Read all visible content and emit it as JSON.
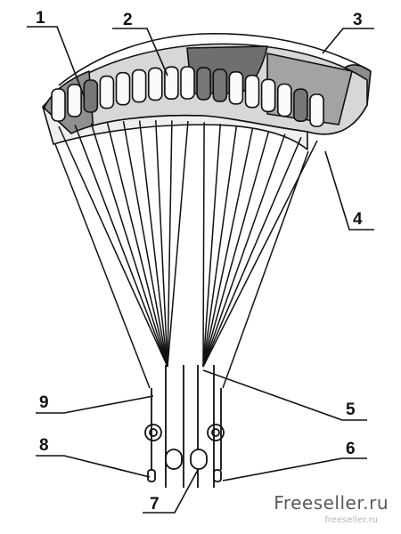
{
  "callouts": {
    "c1": "1",
    "c2": "2",
    "c3": "3",
    "c4": "4",
    "c5": "5",
    "c6": "6",
    "c7": "7",
    "c8": "8",
    "c9": "9"
  },
  "watermark": {
    "main": "Freeseller.ru",
    "sub": "freeseller.ru"
  },
  "colors": {
    "ink": "#111111",
    "canopy_shade": "#9a9a9a",
    "canopy_dark": "#6e6e6e",
    "watermark": "#5a5a5a"
  }
}
